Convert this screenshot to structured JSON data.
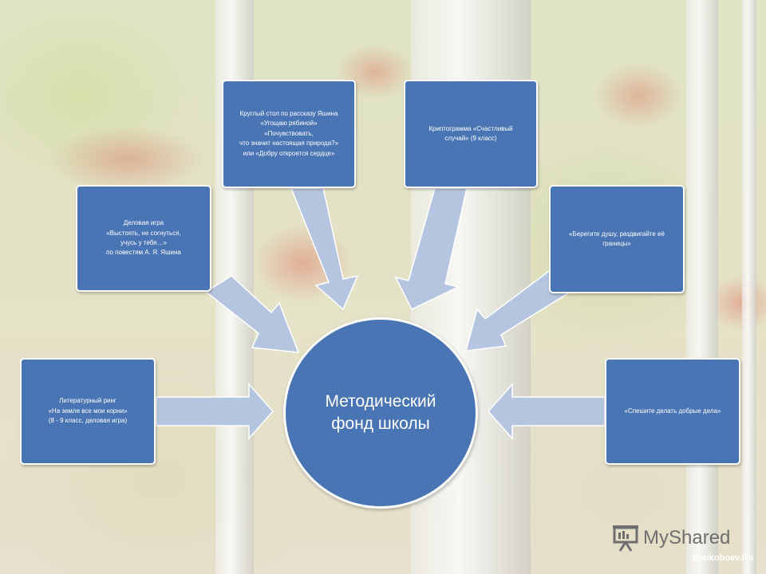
{
  "colors": {
    "box": "#4a75b4",
    "arrow": "#b6c5df",
    "border": "#ffffff"
  },
  "center": {
    "line1": "Методический",
    "line2": "фонд школы"
  },
  "nodes": {
    "round_table": {
      "lines": [
        "Круглый стол по рассказу Яшина",
        "«Угощаю рябиной»",
        "«Почувствовать,",
        "что значит настоящая природа?»",
        "или «Добру откроется сердце»"
      ]
    },
    "cryptogram": {
      "lines": [
        "Криптограмма «Счастливый",
        "случай» (9 класс)"
      ]
    },
    "business_game": {
      "lines": [
        "Деловая игра",
        "«Выстоять, не согнуться,",
        "учусь у тебя…»",
        "по повестям А. Я. Яшина"
      ]
    },
    "save_soul": {
      "lines": [
        "«Берегите душу, раздвигайте её",
        "границы»"
      ]
    },
    "literary_ring": {
      "lines": [
        "Литературный ринг",
        "«На земле все мои корни»",
        "(8 - 9 класс, деловая игра)"
      ]
    },
    "good_deeds": {
      "lines": [
        "«Спешите делать добрые дела»"
      ]
    }
  },
  "watermark": {
    "brand": "MyShared",
    "site": "Bankoboev.Ru",
    "icon": "presentation-icon"
  }
}
